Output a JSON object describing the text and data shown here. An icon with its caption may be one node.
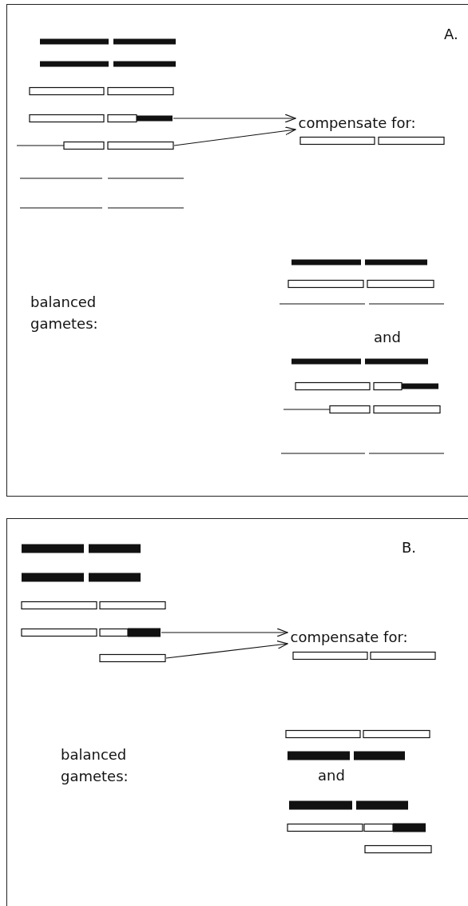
{
  "diagram": {
    "nodes": [
      {
        "text": [
          "A."
        ]
      },
      {
        "text": [],
        "shape": "bar",
        "in": 0
      },
      {
        "text": [],
        "shape": "bar",
        "in": 0
      },
      {
        "text": [
          "compensate for:"
        ],
        "in": 0
      },
      {
        "text": [
          "B."
        ]
      },
      {
        "text": [],
        "shape": "bar",
        "in": 4
      },
      {
        "text": [],
        "shape": "bar",
        "in": 4
      },
      {
        "text": [
          "compensate for:"
        ],
        "in": 4
      }
    ],
    "edges": [
      {
        "from": 1,
        "to": 3,
        "arrow": "to"
      },
      {
        "from": 2,
        "to": 3,
        "arrow": "to"
      },
      {
        "from": 5,
        "to": 7,
        "arrow": "to"
      },
      {
        "from": 6,
        "to": 7,
        "arrow": "to"
      }
    ],
    "labels": [
      "balanced gametes:",
      "and",
      "balanced gametes:",
      "and"
    ]
  }
}
